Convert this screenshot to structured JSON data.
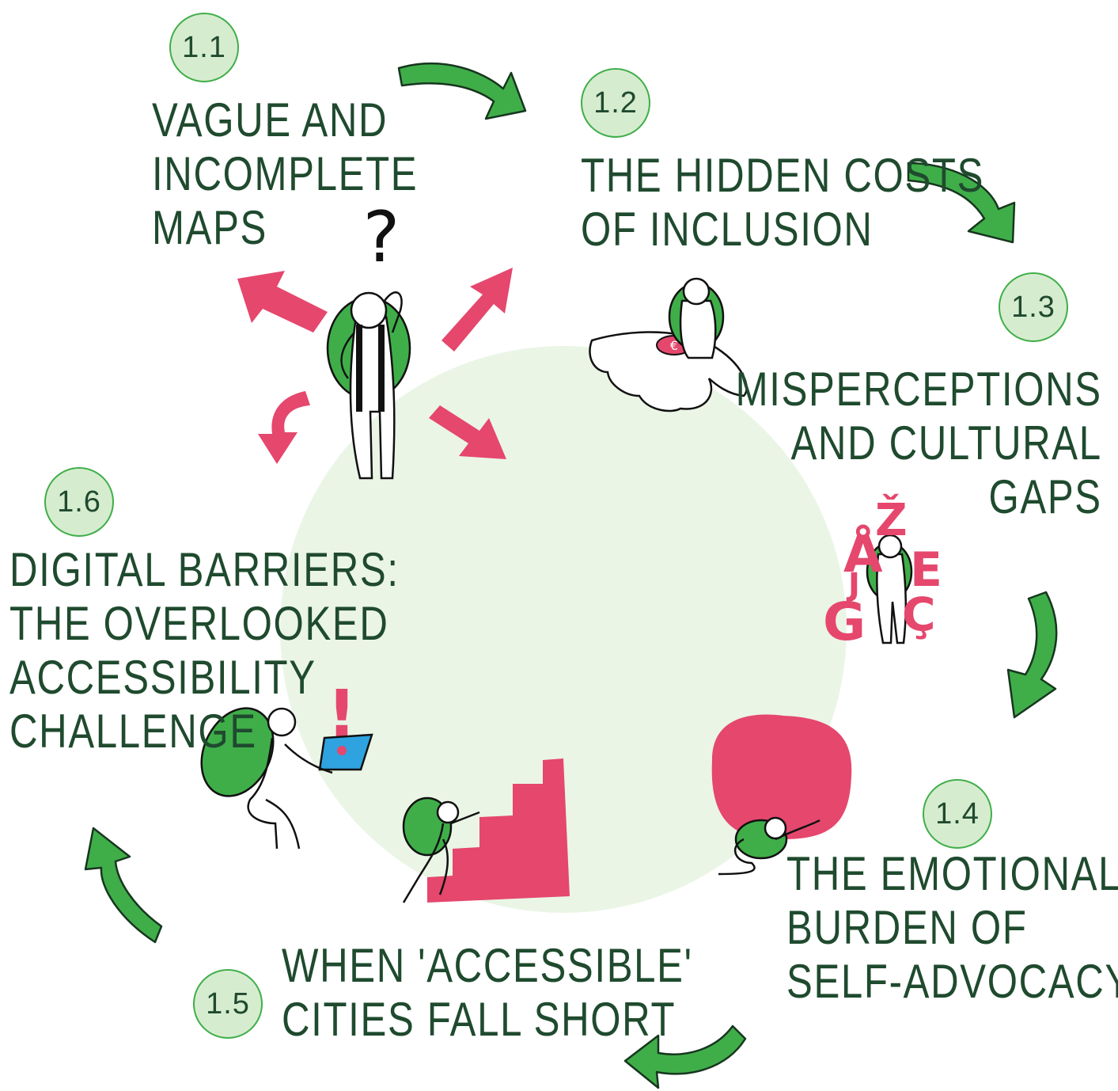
{
  "colors": {
    "text": "#1f4a2e",
    "green": "#3fae49",
    "badge_fill": "#d6eccf",
    "pink": "#e5476d",
    "center_circle": "#eaf5e6",
    "laptop_screen": "#2ea3e0"
  },
  "steps": [
    {
      "number": "1.1",
      "lines": [
        "VAGUE AND",
        "INCOMPLETE",
        "MAPS"
      ],
      "icon": "confused-person-icon"
    },
    {
      "number": "1.2",
      "lines": [
        "THE HIDDEN COSTS",
        "OF INCLUSION"
      ],
      "icon": "hand-with-coin-icon"
    },
    {
      "number": "1.3",
      "lines": [
        "MISPERCEPTIONS",
        "AND CULTURAL",
        "GAPS"
      ],
      "icon": "letters-confusion-icon"
    },
    {
      "number": "1.4",
      "lines": [
        "THE EMOTIONAL",
        "BURDEN OF",
        "SELF-ADVOCACY"
      ],
      "icon": "boulder-carrier-icon"
    },
    {
      "number": "1.5",
      "lines": [
        "WHEN 'ACCESSIBLE'",
        "CITIES FALL SHORT"
      ],
      "icon": "stairs-climber-icon"
    },
    {
      "number": "1.6",
      "lines": [
        "DIGITAL BARRIERS:",
        "THE OVERLOOKED",
        "ACCESSIBILITY",
        "CHALLENGE"
      ],
      "icon": "laptop-user-icon"
    }
  ],
  "glyphs": {
    "question": "?",
    "exclamation": "!",
    "euro": "€",
    "letters": [
      "Å",
      "Ž",
      "E",
      "G",
      "Ç",
      "J"
    ]
  }
}
